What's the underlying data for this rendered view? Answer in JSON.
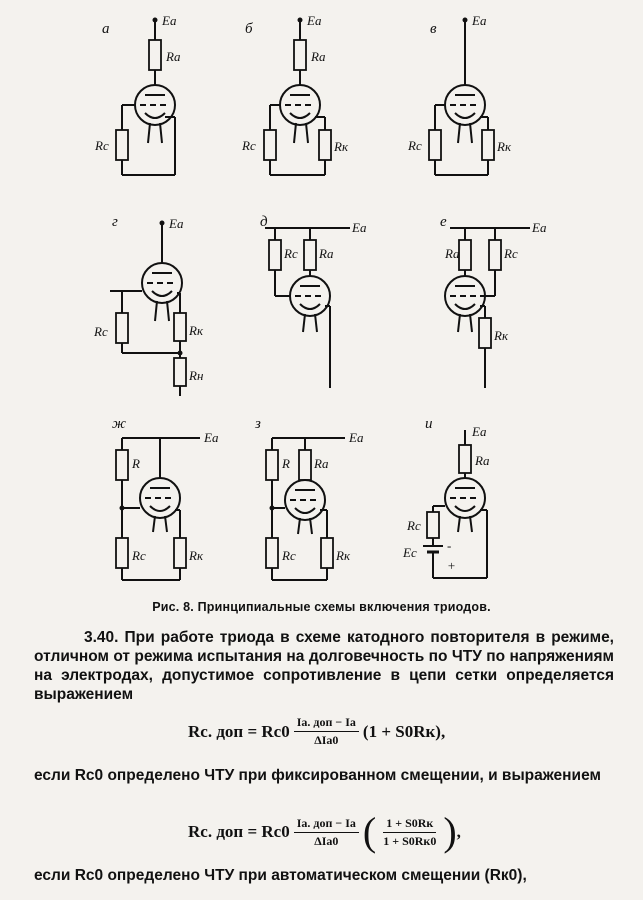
{
  "circuits": [
    {
      "tag": "а",
      "labels": {
        "ea": "Eа",
        "ra": "Rа",
        "rc": "Rc"
      }
    },
    {
      "tag": "б",
      "labels": {
        "ea": "Eа",
        "ra": "Rа",
        "rc": "Rc",
        "rk": "Rк"
      }
    },
    {
      "tag": "в",
      "labels": {
        "ea": "Eа",
        "rc": "Rc",
        "rk": "Rк"
      }
    },
    {
      "tag": "г",
      "labels": {
        "ea": "Eа",
        "rc": "Rc",
        "rk": "Rк",
        "rn": "Rн"
      }
    },
    {
      "tag": "д",
      "labels": {
        "ea": "Eа",
        "rc": "Rc",
        "ra": "Rа"
      }
    },
    {
      "tag": "е",
      "labels": {
        "ea": "Eа",
        "ra": "Rа",
        "rc": "Rc",
        "rk": "Rк"
      }
    },
    {
      "tag": "ж",
      "labels": {
        "ea": "Eа",
        "r": "R",
        "rc": "Rc",
        "rk": "Rк"
      }
    },
    {
      "tag": "з",
      "labels": {
        "ea": "Eа",
        "r": "R",
        "ra": "Rа",
        "rc": "Rc",
        "rk": "Rк"
      }
    },
    {
      "tag": "и",
      "labels": {
        "ea": "Eа",
        "ra": "Rа",
        "rc": "Rc",
        "ec": "Ec",
        "minus": "-",
        "plus": "+"
      }
    }
  ],
  "caption": "Рис. 8. Принципиальные схемы включения триодов.",
  "para1": "3.40. При работе триода в схеме катодного повторителя в режиме, отличном от режима испытания на долговечность по ЧТУ по напряжениям на электродах, допустимое сопротивление в цепи сетки определяется выражением",
  "formula1": {
    "lhs": "Rс. доп",
    "eq": "=",
    "r0": "Rс0",
    "num": "Iа. доп − Iа",
    "den": "ΔIа0",
    "tail": "(1 + S0Rк),"
  },
  "para2": "если Rс0 определено ЧТУ при фиксированном смещении, и выражением",
  "formula2": {
    "lhs": "Rс. доп",
    "eq": "=",
    "r0": "Rс0",
    "num": "Iа. доп − Iа",
    "den": "ΔIа0",
    "pnum": "1 + S0Rк",
    "pden": "1 + S0Rк0",
    "tail": ","
  },
  "para3": "если Rс0 определено ЧТУ при автоматическом смещении (Rк0),"
}
